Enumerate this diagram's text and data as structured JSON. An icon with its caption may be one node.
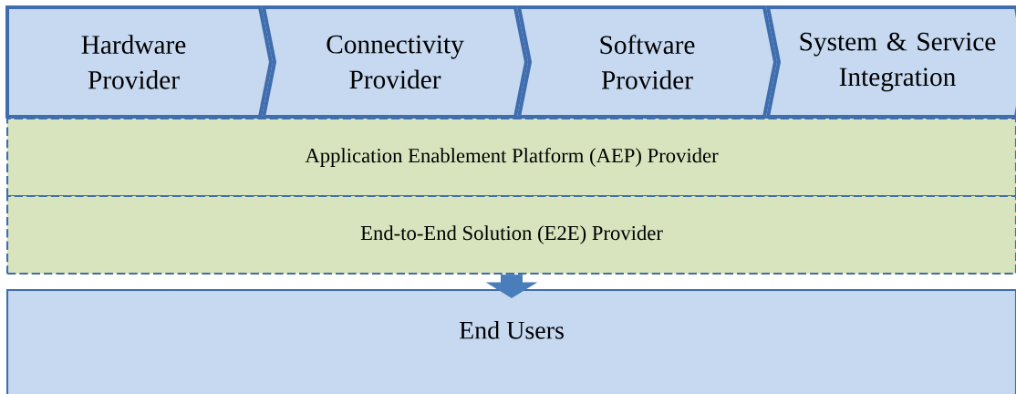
{
  "diagram": {
    "nodes": [
      {
        "text": [
          "Hardware Provider"
        ]
      },
      {
        "text": [
          "Connectivity Provider"
        ]
      },
      {
        "text": [
          "Software Provider"
        ]
      },
      {
        "text": [
          "System & Service Integration"
        ]
      },
      {
        "text": [
          "Application Enablement Platform (AEP) Provider"
        ]
      },
      {
        "text": [
          "End-to-End Solution (E2E) Provider"
        ]
      },
      {
        "text": [
          "End Users"
        ]
      }
    ],
    "edges": [
      {
        "from": 5,
        "to": 6,
        "arrow": "to"
      }
    ]
  }
}
